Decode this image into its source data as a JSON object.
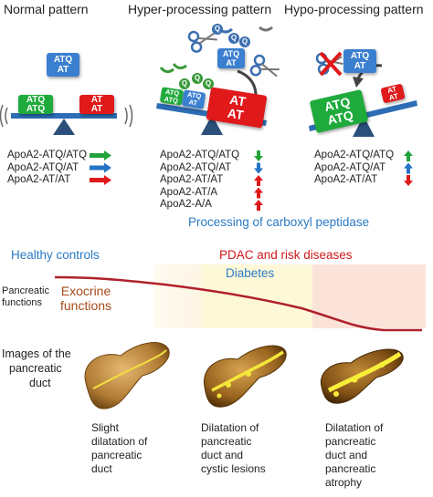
{
  "headers": {
    "normal": "Normal pattern",
    "hyper": "Hyper-processing pattern",
    "hypo": "Hypo-processing pattern"
  },
  "boxes": {
    "atq_atq_line1": "ATQ",
    "atq_atq_line2": "ATQ",
    "atq_at_line1": "ATQ",
    "atq_at_line2": "AT",
    "at_at_line1": "AT",
    "at_at_line2": "AT"
  },
  "lists": {
    "normal": [
      "ApoA2-ATQ/ATQ",
      "ApoA2-ATQ/AT",
      "ApoA2-AT/AT"
    ],
    "hyper": [
      "ApoA2-ATQ/ATQ",
      "ApoA2-ATQ/AT",
      "ApoA2-AT/AT",
      "ApoA2-AT/A",
      "ApoA2-A/A"
    ],
    "hypo": [
      "ApoA2-ATQ/ATQ",
      "ApoA2-ATQ/AT",
      "ApoA2-AT/AT"
    ]
  },
  "arrow_colors": {
    "green": "#22a33a",
    "blue": "#2473c4",
    "red": "#e0191b"
  },
  "processing_label": "Processing of carboxyl peptidase",
  "groups": {
    "healthy": "Healthy controls",
    "pdac": "PDAC and risk diseases",
    "diabetes": "Diabetes"
  },
  "row_labels": {
    "pancreatic_functions_1": "Pancreatic",
    "pancreatic_functions_2": "functions",
    "images_1": "Images of the",
    "images_2": "pancreatic",
    "images_3": "duct"
  },
  "exocrine": {
    "line1": "Exocrine",
    "line2": "functions"
  },
  "captions": {
    "c1": [
      "Slight",
      "dilatation of",
      "pancreatic",
      "duct"
    ],
    "c2": [
      "Dilatation of",
      "pancreatic",
      "duct and",
      "cystic lesions"
    ],
    "c3": [
      "Dilatation of",
      "pancreatic",
      "duct and",
      "pancreatic",
      "atrophy"
    ]
  },
  "letter_q": "Q"
}
